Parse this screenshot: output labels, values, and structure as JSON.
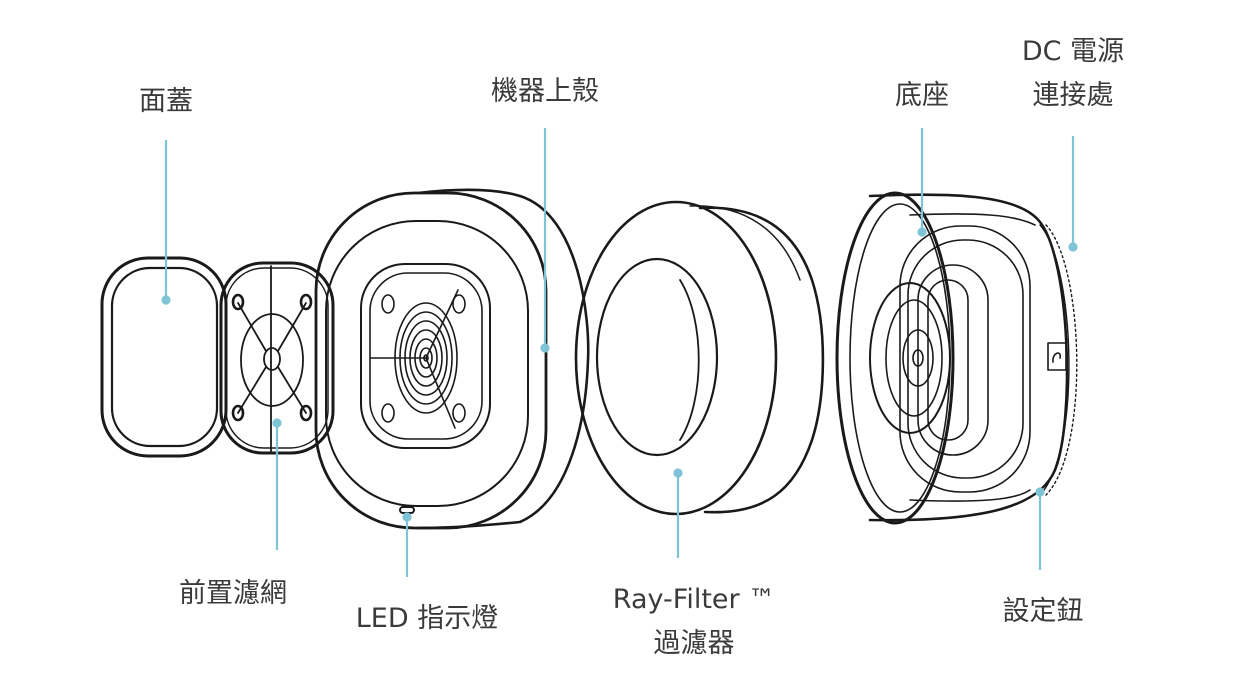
{
  "diagram": {
    "type": "exploded-product-view",
    "leader_color": "#7ec3d6",
    "line_color": "#1a1a1a",
    "labels": {
      "face_cover": "面蓋",
      "main_housing": "機器上殼",
      "base": "底座",
      "dc_power_line1": "DC 電源",
      "dc_power_line2": "連接處",
      "pre_filter": "前置濾網",
      "led_indicator": "LED 指示燈",
      "ray_filter_line1": "Ray-Filter ™",
      "ray_filter_line2": "過濾器",
      "setting_button": "設定鈕"
    }
  }
}
